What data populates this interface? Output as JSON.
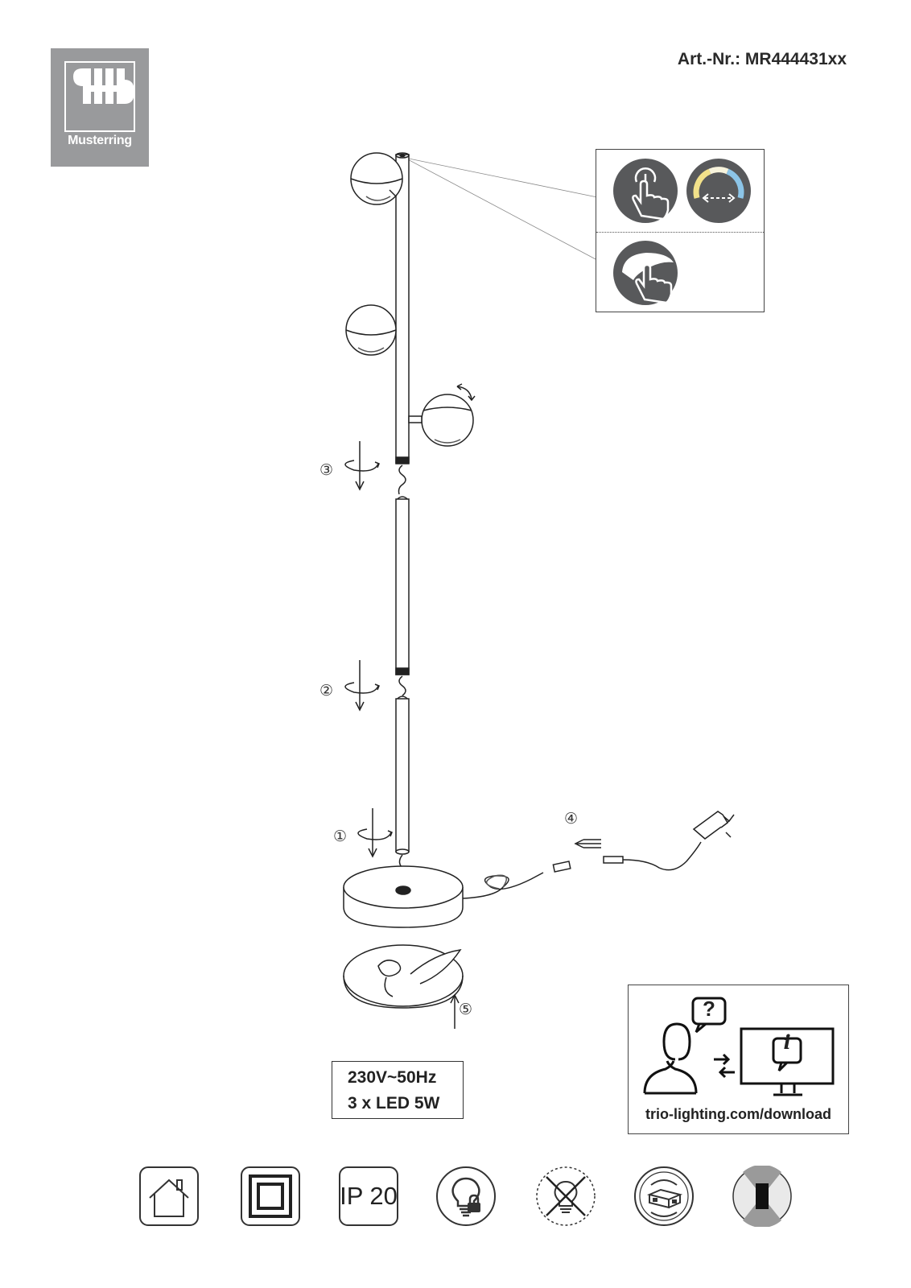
{
  "logo": {
    "brand": "Musterring",
    "color": "#999a9c"
  },
  "header": {
    "article_number": "Art.-Nr.: MR444431xx"
  },
  "assembly_steps": {
    "step1": "①",
    "step2": "②",
    "step3": "③",
    "step4": "④",
    "step5": "⑤"
  },
  "control_panel": {
    "icons": [
      "touch-switch-icon",
      "color-temperature-icon",
      "touch-dimmer-icon"
    ]
  },
  "specs": {
    "voltage": "230V~50Hz",
    "lamps": "3 x LED 5W"
  },
  "support": {
    "url": "trio-lighting.com/download",
    "bubble_question": "?",
    "bubble_info": "i"
  },
  "symbols": {
    "ip_rating": "IP 20",
    "items": [
      "indoor-use-icon",
      "protection-class-2-icon",
      "ip20-icon",
      "non-replaceable-led-icon",
      "led-not-replaceable-icon",
      "replaceable-driver-icon",
      "light-direction-icon"
    ]
  }
}
